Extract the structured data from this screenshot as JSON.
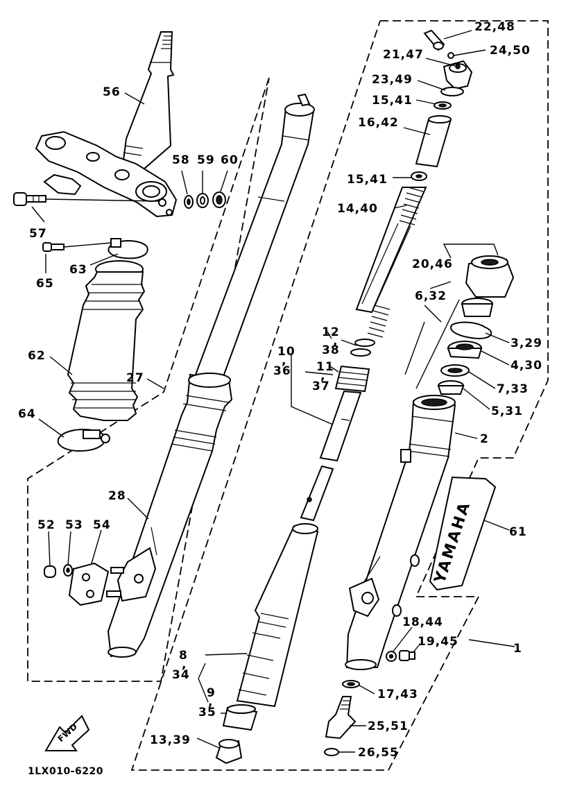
{
  "diagram_code": "1LX010-6220",
  "fwd_badge": "FWD",
  "decal_text": "YAMAHA",
  "callouts": [
    {
      "id": "c-22-48",
      "text": "22,48"
    },
    {
      "id": "c-24-50",
      "text": "24,50"
    },
    {
      "id": "c-21-47",
      "text": "21,47"
    },
    {
      "id": "c-23-49",
      "text": "23,49"
    },
    {
      "id": "c-15-41-a",
      "text": "15,41"
    },
    {
      "id": "c-16-42",
      "text": "16,42"
    },
    {
      "id": "c-15-41-b",
      "text": "15,41"
    },
    {
      "id": "c-14-40",
      "text": "14,40"
    },
    {
      "id": "c-56",
      "text": "56"
    },
    {
      "id": "c-58",
      "text": "58"
    },
    {
      "id": "c-59",
      "text": "59"
    },
    {
      "id": "c-60",
      "text": "60"
    },
    {
      "id": "c-57",
      "text": "57"
    },
    {
      "id": "c-63",
      "text": "63"
    },
    {
      "id": "c-65",
      "text": "65"
    },
    {
      "id": "c-20-46",
      "text": "20,46"
    },
    {
      "id": "c-6-32",
      "text": "6,32"
    },
    {
      "id": "c-12",
      "text": "12"
    },
    {
      "id": "c-38",
      "text": "38"
    },
    {
      "id": "c-3-29",
      "text": "3,29"
    },
    {
      "id": "c-10",
      "text": "10"
    },
    {
      "id": "c-36",
      "text": "36"
    },
    {
      "id": "c-11",
      "text": "11"
    },
    {
      "id": "c-37",
      "text": "37"
    },
    {
      "id": "c-4-30",
      "text": "4,30"
    },
    {
      "id": "c-62",
      "text": "62"
    },
    {
      "id": "c-27",
      "text": "27"
    },
    {
      "id": "c-7-33",
      "text": "7,33"
    },
    {
      "id": "c-5-31",
      "text": "5,31"
    },
    {
      "id": "c-64",
      "text": "64"
    },
    {
      "id": "c-2",
      "text": "2"
    },
    {
      "id": "c-28",
      "text": "28"
    },
    {
      "id": "c-61",
      "text": "61"
    },
    {
      "id": "c-52",
      "text": "52"
    },
    {
      "id": "c-53",
      "text": "53"
    },
    {
      "id": "c-54",
      "text": "54"
    },
    {
      "id": "c-18-44",
      "text": "18,44"
    },
    {
      "id": "c-19-45",
      "text": "19,45"
    },
    {
      "id": "c-1",
      "text": "1"
    },
    {
      "id": "c-8",
      "text": "8"
    },
    {
      "id": "c-34",
      "text": "34"
    },
    {
      "id": "c-9",
      "text": "9"
    },
    {
      "id": "c-35",
      "text": "35"
    },
    {
      "id": "c-17-43",
      "text": "17,43"
    },
    {
      "id": "c-25-51",
      "text": "25,51"
    },
    {
      "id": "c-13-39",
      "text": "13,39"
    },
    {
      "id": "c-26-55",
      "text": "26,55"
    }
  ]
}
